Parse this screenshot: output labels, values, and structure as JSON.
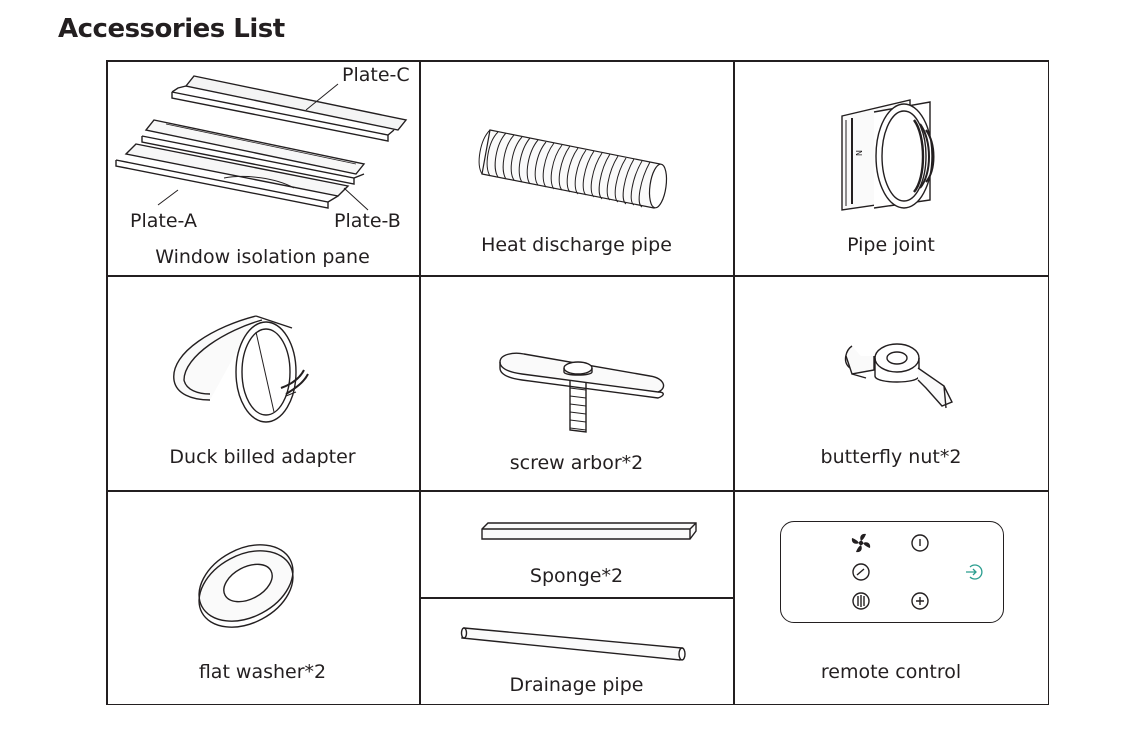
{
  "title": "Accessories List",
  "items": {
    "window_pane": {
      "caption": "Window isolation pane",
      "plate_a": "Plate-A",
      "plate_b": "Plate-B",
      "plate_c": "Plate-C"
    },
    "heat_pipe": {
      "caption": "Heat discharge pipe"
    },
    "pipe_joint": {
      "caption": "Pipe joint"
    },
    "duck_adapter": {
      "caption": "Duck billed adapter"
    },
    "screw_arbor": {
      "caption": "screw arbor*2"
    },
    "butterfly_nut": {
      "caption": "butterfly nut*2"
    },
    "flat_washer": {
      "caption": "flat washer*2"
    },
    "sponge": {
      "caption": "Sponge*2"
    },
    "drainage_pipe": {
      "caption": "Drainage pipe"
    },
    "remote_control": {
      "caption": "remote control",
      "buttons": [
        "fan-icon",
        "power-icon",
        "timer-icon",
        "mode-icon",
        "heat-icon",
        "plus-icon"
      ],
      "accent_color": "#2a9d8f"
    }
  }
}
